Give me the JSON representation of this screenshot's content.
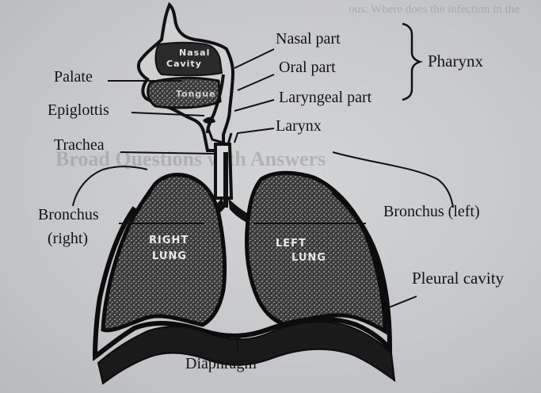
{
  "labels": {
    "nasal_part": "Nasal part",
    "oral_part": "Oral part",
    "laryngeal_part": "Laryngeal part",
    "pharynx": "Pharynx",
    "palate": "Palate",
    "epiglottis": "Epiglottis",
    "trachea": "Trachea",
    "larynx": "Larynx",
    "bronchus_right_1": "Bronchus",
    "bronchus_right_2": "(right)",
    "bronchus_left": "Bronchus (left)",
    "pleural_cavity": "Pleural cavity",
    "diaphragm": "Diaphragm"
  },
  "inner_labels": {
    "nasal_1": "Nasal",
    "nasal_2": "Cavity",
    "tongue": "Tongue",
    "right_lung_1": "RIGHT",
    "right_lung_2": "LUNG",
    "left_lung_1": "LEFT",
    "left_lung_2": "LUNG"
  },
  "background_text": {
    "top": "ous. Where does the infection in the",
    "heading": "Broad Questions with Answers"
  },
  "colors": {
    "paper": "#c9cacd",
    "ink": "#141414",
    "lung_fill": "#3a3a3a"
  }
}
